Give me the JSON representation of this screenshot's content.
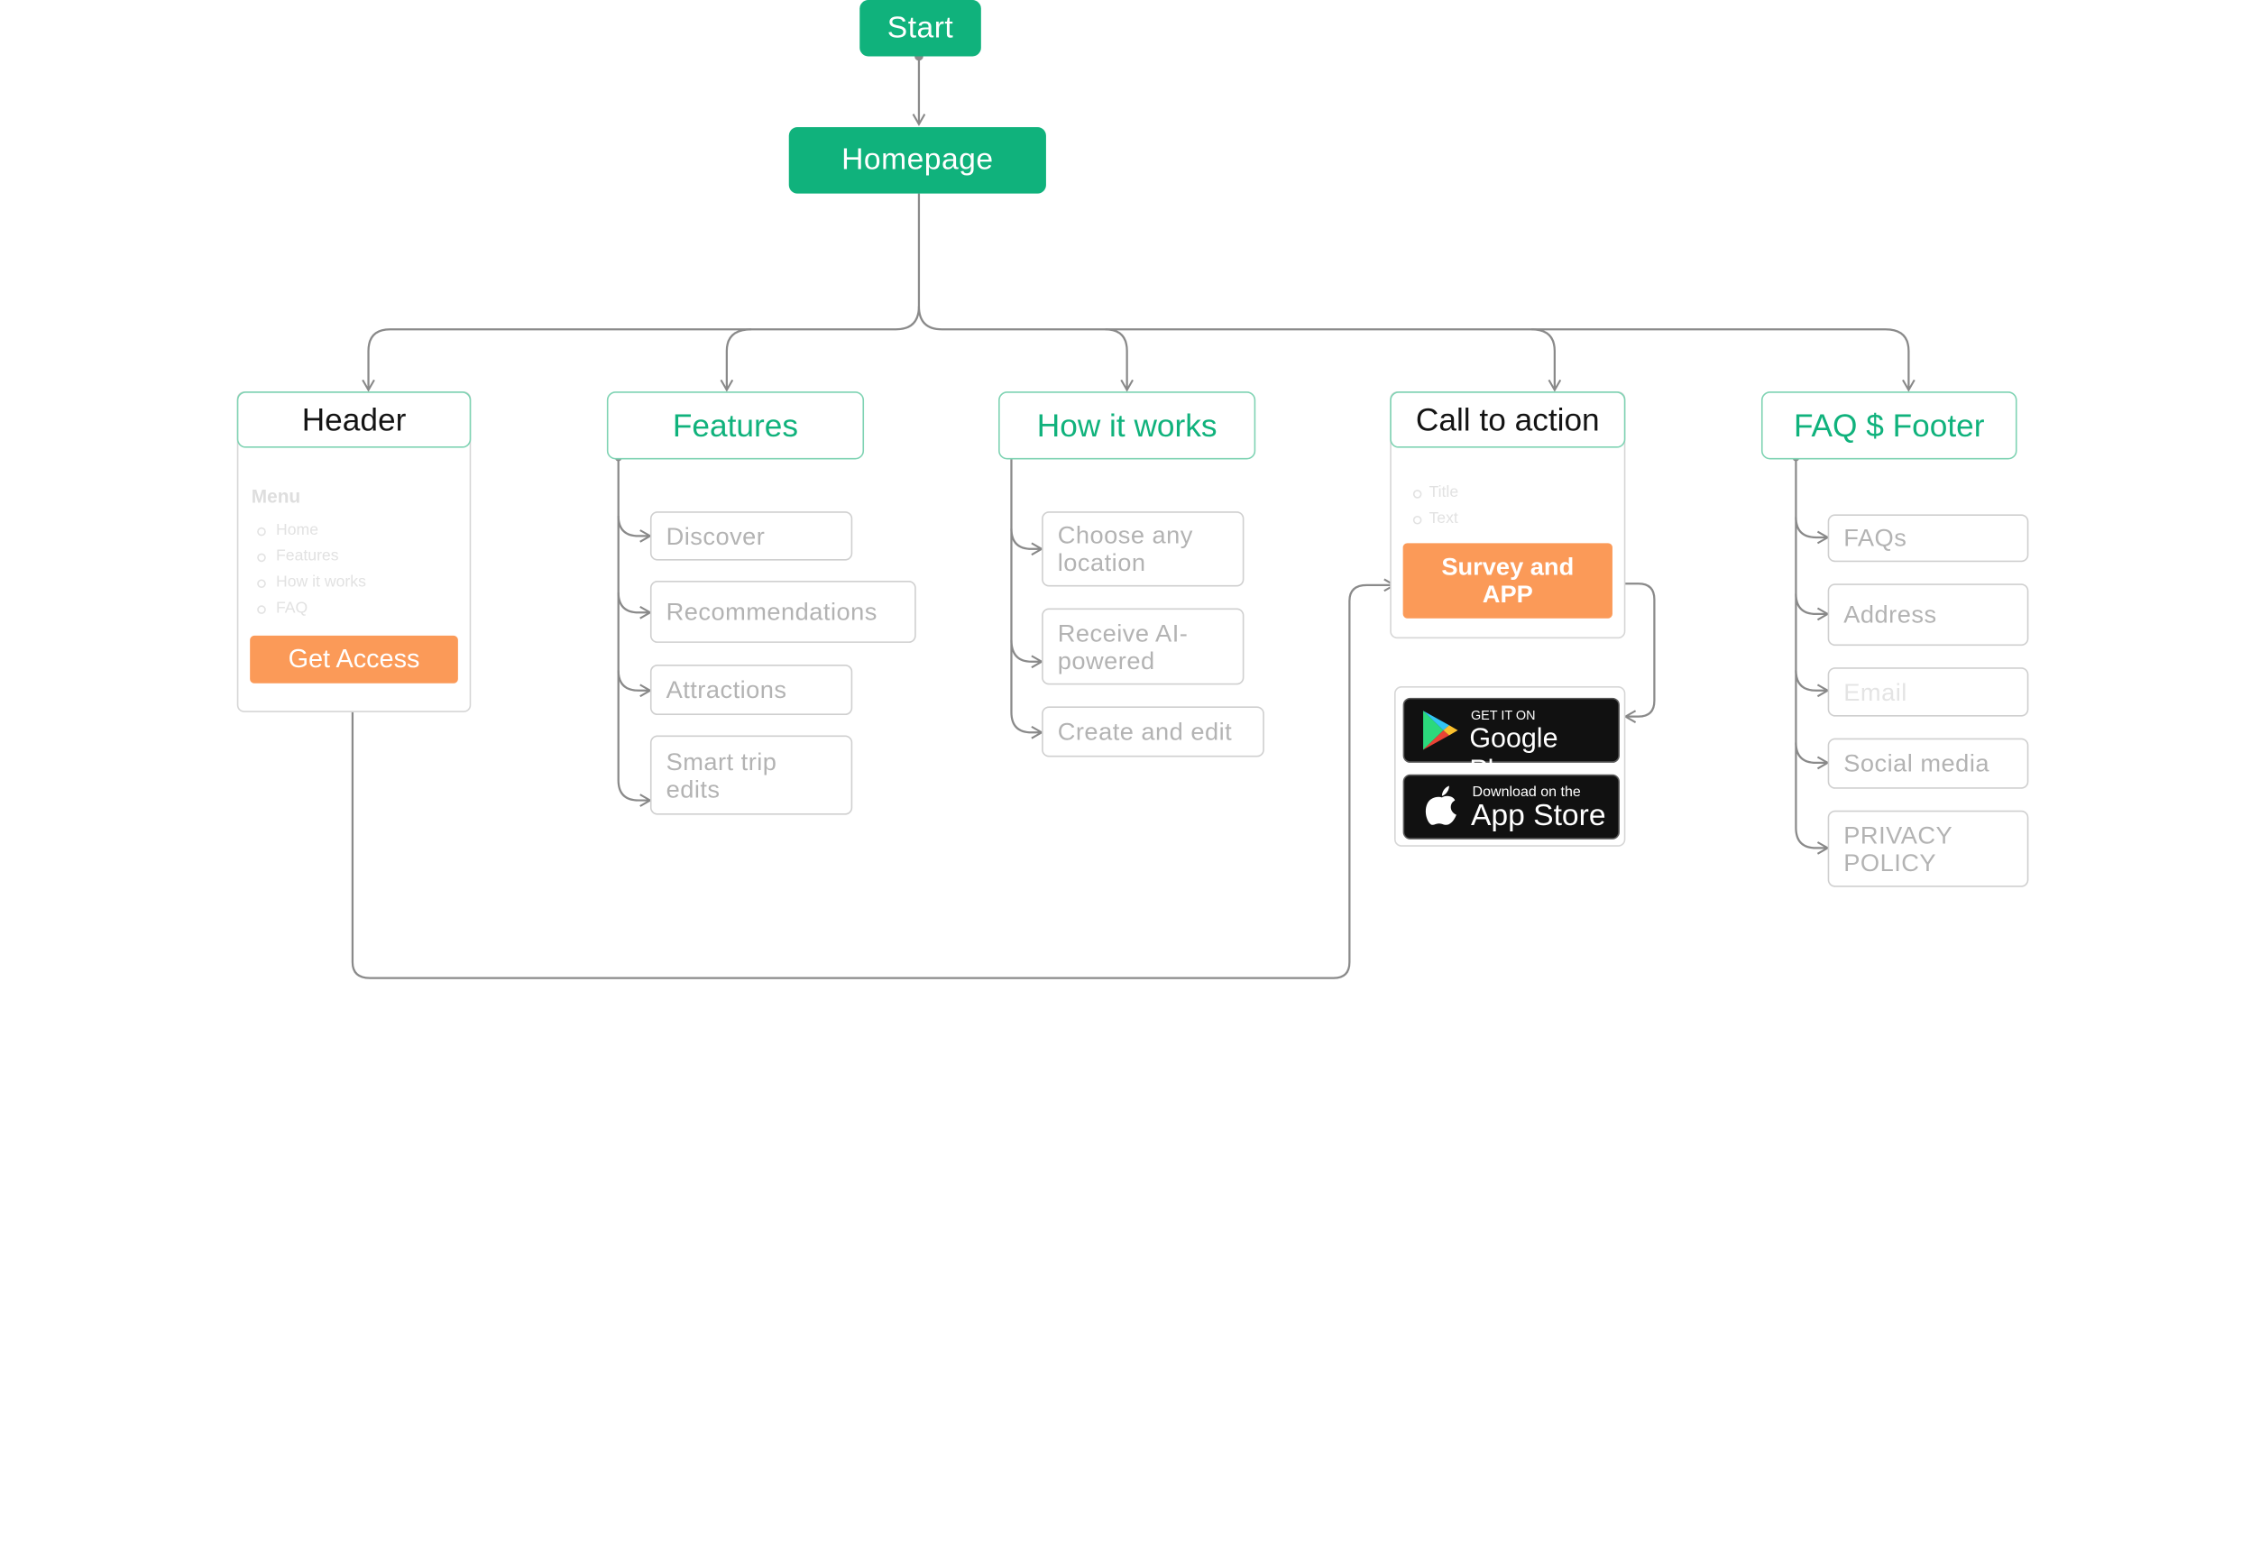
{
  "start": "Start",
  "homepage": "Homepage",
  "header": {
    "title": "Header",
    "menu_title": "Menu",
    "menu_items": [
      "Home",
      "Features",
      "How it works",
      "FAQ"
    ],
    "button": "Get Access"
  },
  "features": {
    "title": "Features",
    "items": [
      "Discover",
      "Recommendations",
      "Attractions",
      "Smart trip edits"
    ]
  },
  "how_it_works": {
    "title": "How it works",
    "items": [
      "Choose any location",
      "Receive AI-powered",
      "Create and edit"
    ]
  },
  "cta": {
    "title": "Call to action",
    "list": [
      "Title",
      "Text"
    ],
    "button": "Survey and APP",
    "google_play": {
      "small": "GET IT ON",
      "big": "Google Play"
    },
    "app_store": {
      "small": "Download on the",
      "big": "App Store"
    }
  },
  "faq_footer": {
    "title": "FAQ $ Footer",
    "items": [
      "FAQs",
      "Address",
      "Email",
      "Social media",
      "PRIVACY POLICY"
    ]
  },
  "colors": {
    "green": "#10b27c",
    "orange": "#fb9a58",
    "connector": "#888888"
  }
}
